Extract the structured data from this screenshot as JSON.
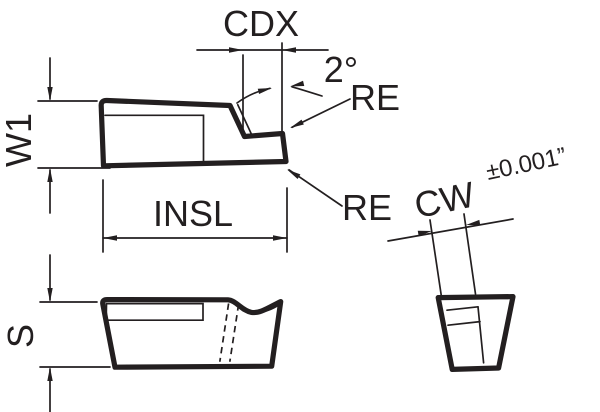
{
  "drawing": {
    "background": "#ffffff",
    "line_color": "#231f20",
    "labels": {
      "w1": "W1",
      "s": "S",
      "insl": "INSL",
      "cdx": "CDX",
      "angle": "2°",
      "re_top": "RE",
      "re_bottom": "RE",
      "cw": "CW",
      "cw_tolerance": "±0.001”"
    }
  }
}
